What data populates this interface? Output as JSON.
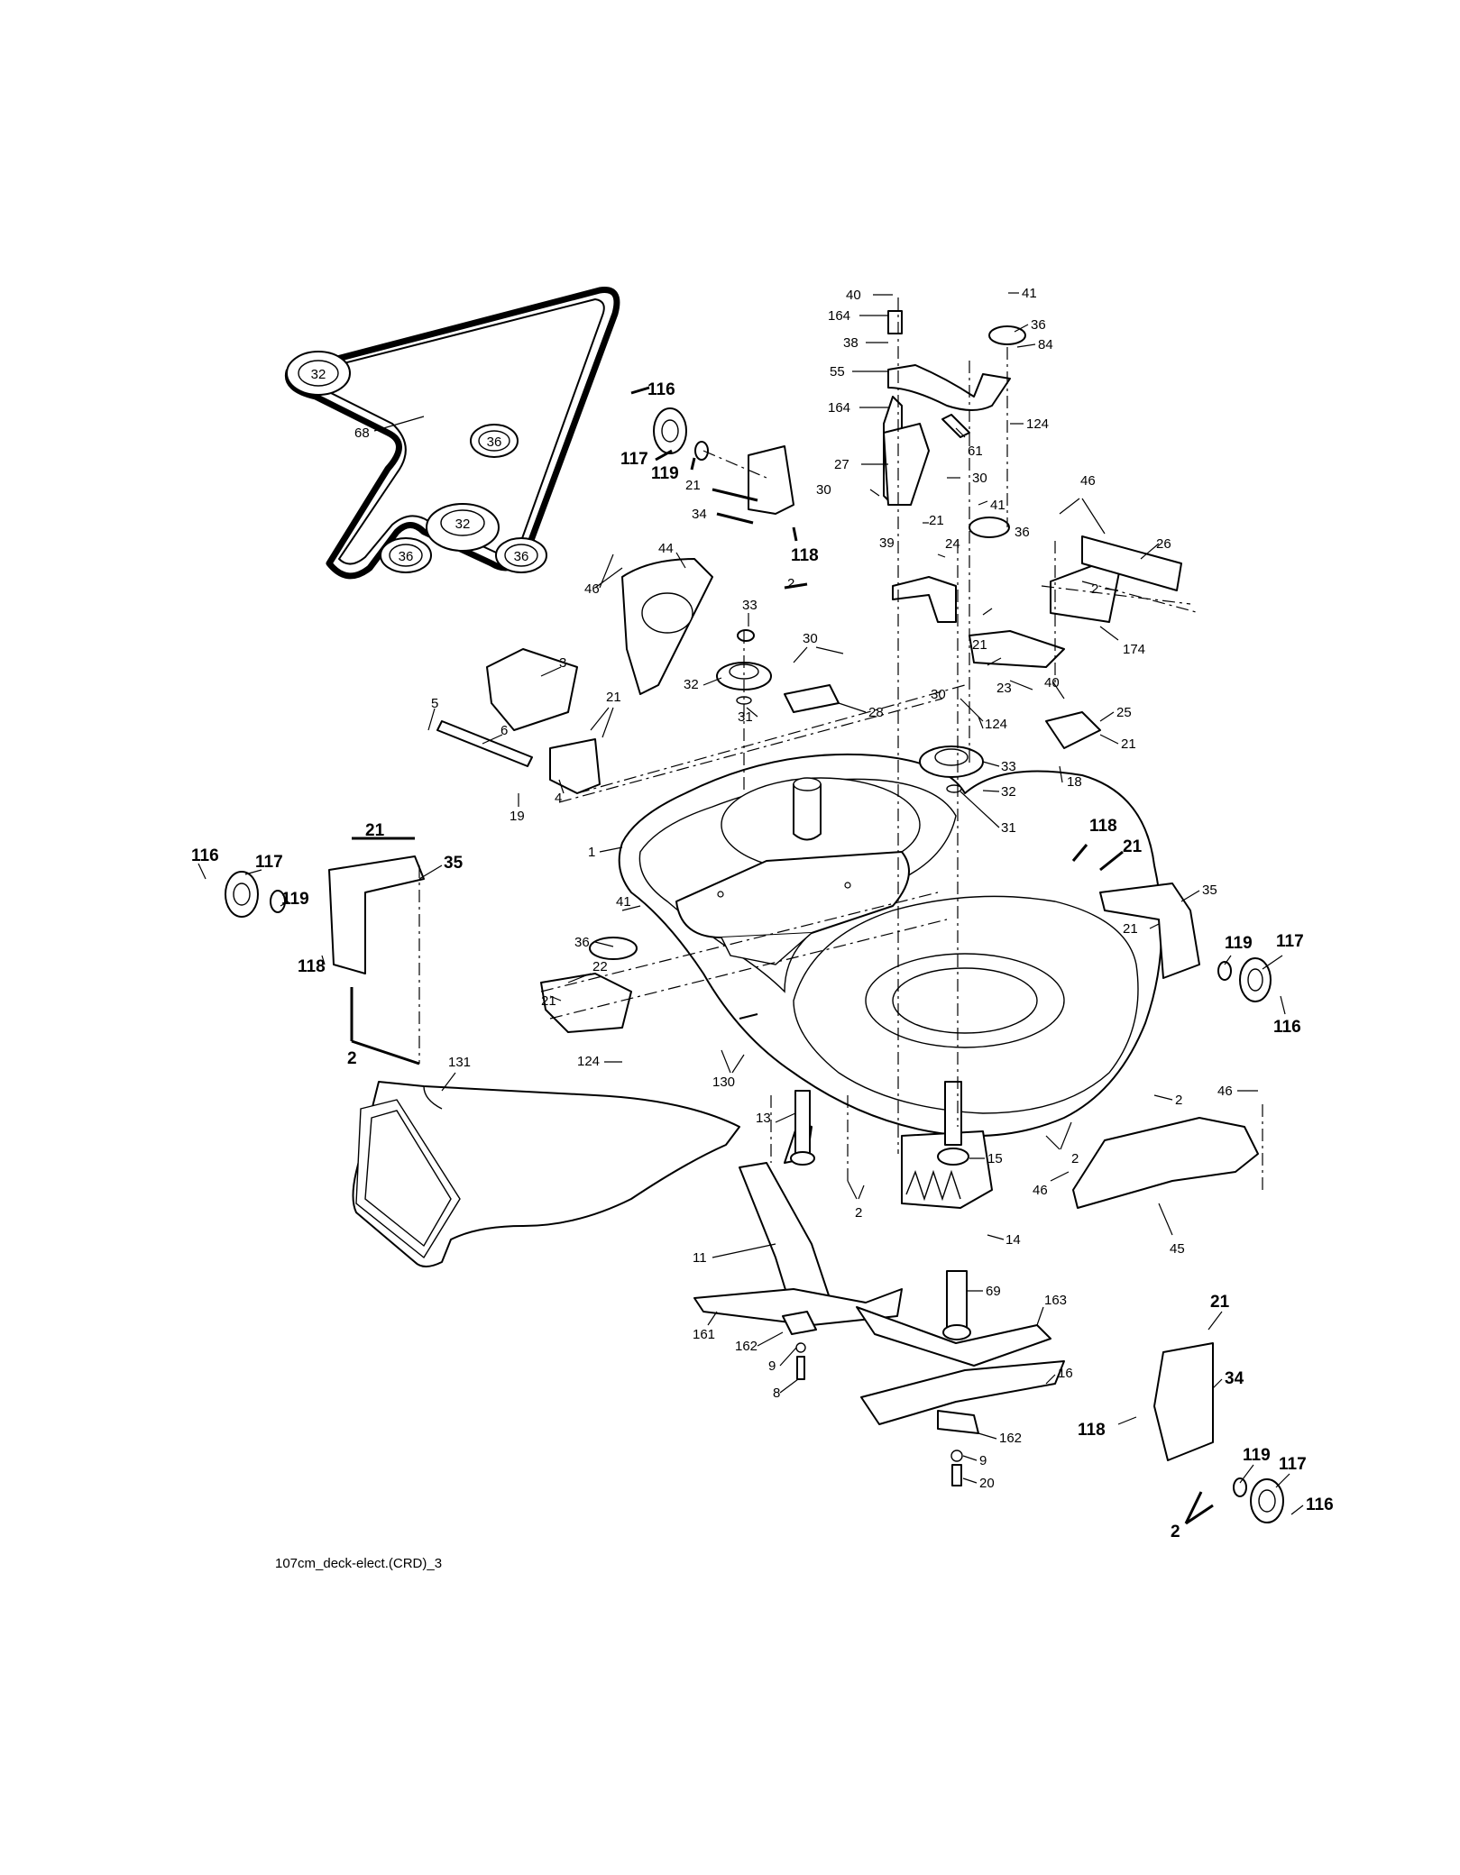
{
  "diagram_code": "107cm_deck-elect.(CRD)_3",
  "belt": {
    "part_no": "68",
    "pulleys": [
      "32",
      "36",
      "32",
      "36",
      "36"
    ]
  },
  "callouts": [
    "40",
    "164",
    "38",
    "55",
    "164",
    "41",
    "36",
    "84",
    "124",
    "61",
    "116",
    "117",
    "119",
    "21",
    "34",
    "118",
    "2",
    "27",
    "30",
    "30",
    "21",
    "39",
    "41",
    "36",
    "24",
    "46",
    "26",
    "2",
    "174",
    "44",
    "46",
    "33",
    "30",
    "32",
    "31",
    "28",
    "3",
    "5",
    "6",
    "21",
    "4",
    "19",
    "30",
    "124",
    "21",
    "23",
    "40",
    "25",
    "21",
    "18",
    "33",
    "32",
    "31",
    "1",
    "21",
    "116",
    "117",
    "35",
    "119",
    "118",
    "2",
    "118",
    "21",
    "35",
    "21",
    "119",
    "117",
    "116",
    "41",
    "36",
    "22",
    "21",
    "124",
    "130",
    "131",
    "13",
    "15",
    "14",
    "2",
    "2",
    "2",
    "46",
    "46",
    "45",
    "11",
    "161",
    "162",
    "9",
    "8",
    "69",
    "163",
    "16",
    "162",
    "9",
    "20",
    "21",
    "34",
    "118",
    "119",
    "117",
    "116",
    "2"
  ]
}
